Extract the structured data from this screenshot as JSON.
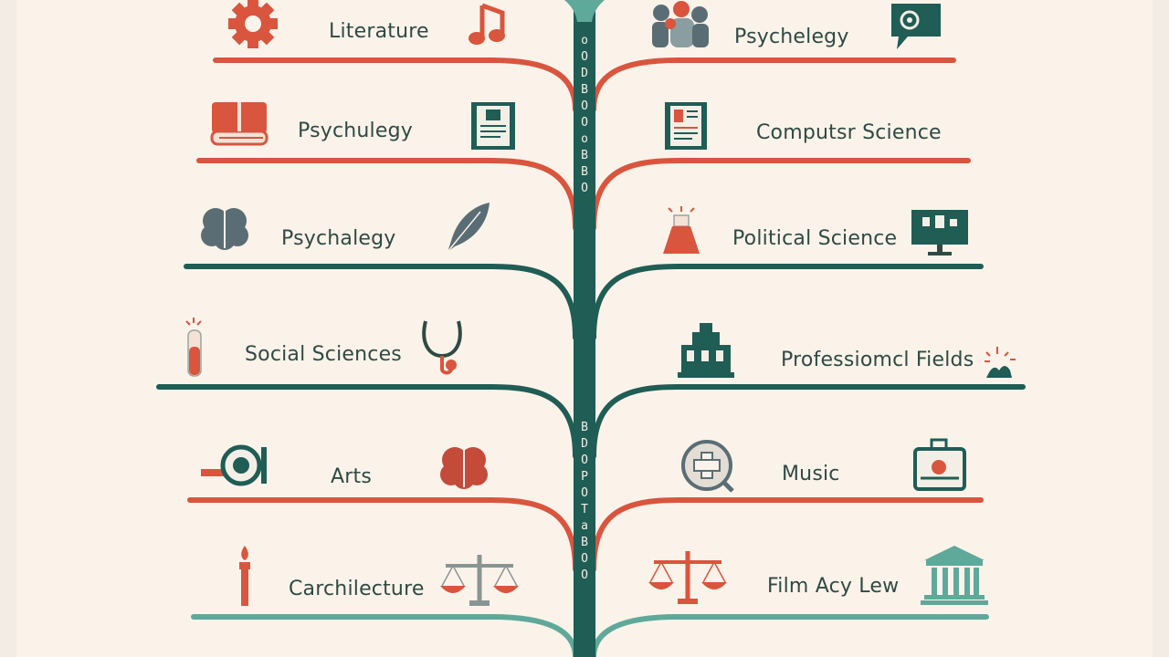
{
  "colors": {
    "background": "#fbf3ea",
    "trunk": "#1f5d55",
    "branch_red": "#d9553e",
    "branch_green": "#1f5d55",
    "branch_teal": "#5fa99a",
    "text": "#2f4a44"
  },
  "tree": {
    "trunk_glyphs": [
      "o",
      "O",
      "D",
      "B",
      "O",
      "O",
      "o",
      "B",
      "B",
      "O",
      "B",
      "D",
      "O",
      "P",
      "O",
      "T",
      "a",
      "B",
      "O",
      "O"
    ],
    "left": [
      {
        "label": "Literature",
        "icons": [
          "gear-icon",
          "music-note-icon"
        ],
        "branch_color": "red"
      },
      {
        "label": "Psychulegy",
        "icons": [
          "book-icon",
          "document-frame-icon"
        ],
        "branch_color": "red"
      },
      {
        "label": "Psychalegy",
        "icons": [
          "brain-icon",
          "feather-quill-icon"
        ],
        "branch_color": "green"
      },
      {
        "label": "Social Sciences",
        "icons": [
          "test-tube-icon",
          "stethoscope-icon"
        ],
        "branch_color": "green"
      },
      {
        "label": "Arts",
        "icons": [
          "camera-lens-icon",
          "brain-icon"
        ],
        "branch_color": "red"
      },
      {
        "label": "Carchilecture",
        "icons": [
          "torch-icon",
          "scales-icon"
        ],
        "branch_color": "teal"
      }
    ],
    "right": [
      {
        "label": "Psychelegy",
        "icons": [
          "people-group-icon",
          "chat-bubble-icon"
        ],
        "branch_color": "red"
      },
      {
        "label": "Computsr Science",
        "icons": [
          "document-frame-icon"
        ],
        "branch_color": "red"
      },
      {
        "label": "Political Science",
        "icons": [
          "flask-icon",
          "monitor-icon"
        ],
        "branch_color": "green"
      },
      {
        "label": "Professiomcl Fields",
        "icons": [
          "building-icon",
          "sparkle-plant-icon"
        ],
        "branch_color": "green"
      },
      {
        "label": "Music",
        "icons": [
          "medical-cross-icon",
          "id-badge-icon"
        ],
        "branch_color": "red"
      },
      {
        "label": "Film Acy Lew",
        "icons": [
          "scales-icon",
          "courthouse-icon"
        ],
        "branch_color": "teal"
      }
    ]
  }
}
